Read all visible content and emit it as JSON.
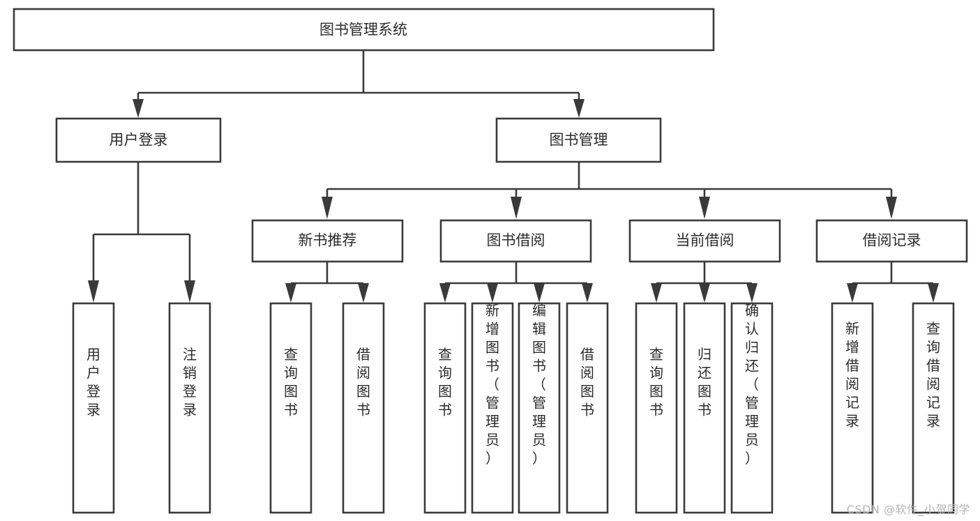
{
  "diagram": {
    "type": "tree-hierarchy",
    "title": "图书管理系统",
    "watermark": "CSDN @软件_小贺同学",
    "colors": {
      "box_fill": "#ffffff",
      "box_stroke": "#3a3a3a",
      "text": "#2b2b2b",
      "background": "#ffffff",
      "watermark": "#b4b4b4"
    },
    "levels": {
      "root": {
        "label": "图书管理系统"
      },
      "level2": [
        {
          "id": "user-login",
          "label": "用户登录"
        },
        {
          "id": "book-management",
          "label": "图书管理"
        }
      ],
      "level3": [
        {
          "id": "new-book-recommend",
          "label": "新书推荐",
          "parent": "book-management"
        },
        {
          "id": "book-borrow",
          "label": "图书借阅",
          "parent": "book-management"
        },
        {
          "id": "current-borrow",
          "label": "当前借阅",
          "parent": "book-management"
        },
        {
          "id": "borrow-record",
          "label": "借阅记录",
          "parent": "book-management"
        }
      ],
      "leaves": [
        {
          "id": "leaf-user-login",
          "label": "用户登录",
          "parent": "user-login"
        },
        {
          "id": "leaf-logout-login",
          "label": "注销登录",
          "parent": "user-login"
        },
        {
          "id": "leaf-query-book-1",
          "label": "查询图书",
          "parent": "new-book-recommend"
        },
        {
          "id": "leaf-borrow-book-1",
          "label": "借阅图书",
          "parent": "new-book-recommend"
        },
        {
          "id": "leaf-query-book-2",
          "label": "查询图书",
          "parent": "book-borrow"
        },
        {
          "id": "leaf-add-book",
          "label": "新增图书（管理员）",
          "parent": "book-borrow"
        },
        {
          "id": "leaf-edit-book",
          "label": "编辑图书（管理员）",
          "parent": "book-borrow"
        },
        {
          "id": "leaf-borrow-book-2",
          "label": "借阅图书",
          "parent": "book-borrow"
        },
        {
          "id": "leaf-query-book-3",
          "label": "查询图书",
          "parent": "current-borrow"
        },
        {
          "id": "leaf-return-book",
          "label": "归还图书",
          "parent": "current-borrow"
        },
        {
          "id": "leaf-confirm-return",
          "label": "确认归还（管理员）",
          "parent": "current-borrow"
        },
        {
          "id": "leaf-add-record",
          "label": "新增借阅记录",
          "parent": "borrow-record"
        },
        {
          "id": "leaf-query-record",
          "label": "查询借阅记录",
          "parent": "borrow-record"
        }
      ]
    }
  }
}
